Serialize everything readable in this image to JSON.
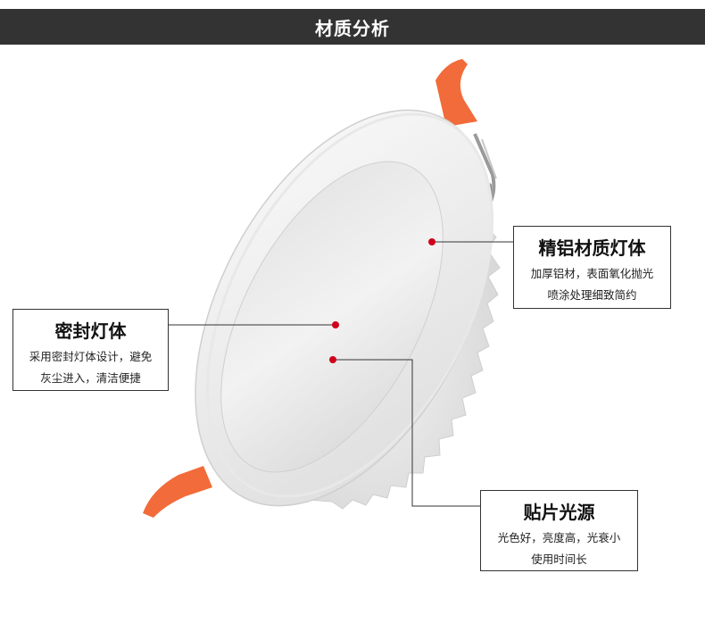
{
  "header": {
    "title": "材质分析"
  },
  "callouts": {
    "seal": {
      "title": "密封灯体",
      "line1": "采用密封灯体设计，避免",
      "line2": "灰尘进入，清洁便捷"
    },
    "aluminum": {
      "title": "精铝材质灯体",
      "line1": "加厚铝材，表面氧化抛光",
      "line2": "喷涂处理细致简约"
    },
    "led": {
      "title": "贴片光源",
      "line1": "光色好，亮度高，光衰小",
      "line2": "使用时间长"
    }
  },
  "colors": {
    "header_bg": "#333333",
    "marker": "#d0021b",
    "clip": "#f26b3a"
  }
}
